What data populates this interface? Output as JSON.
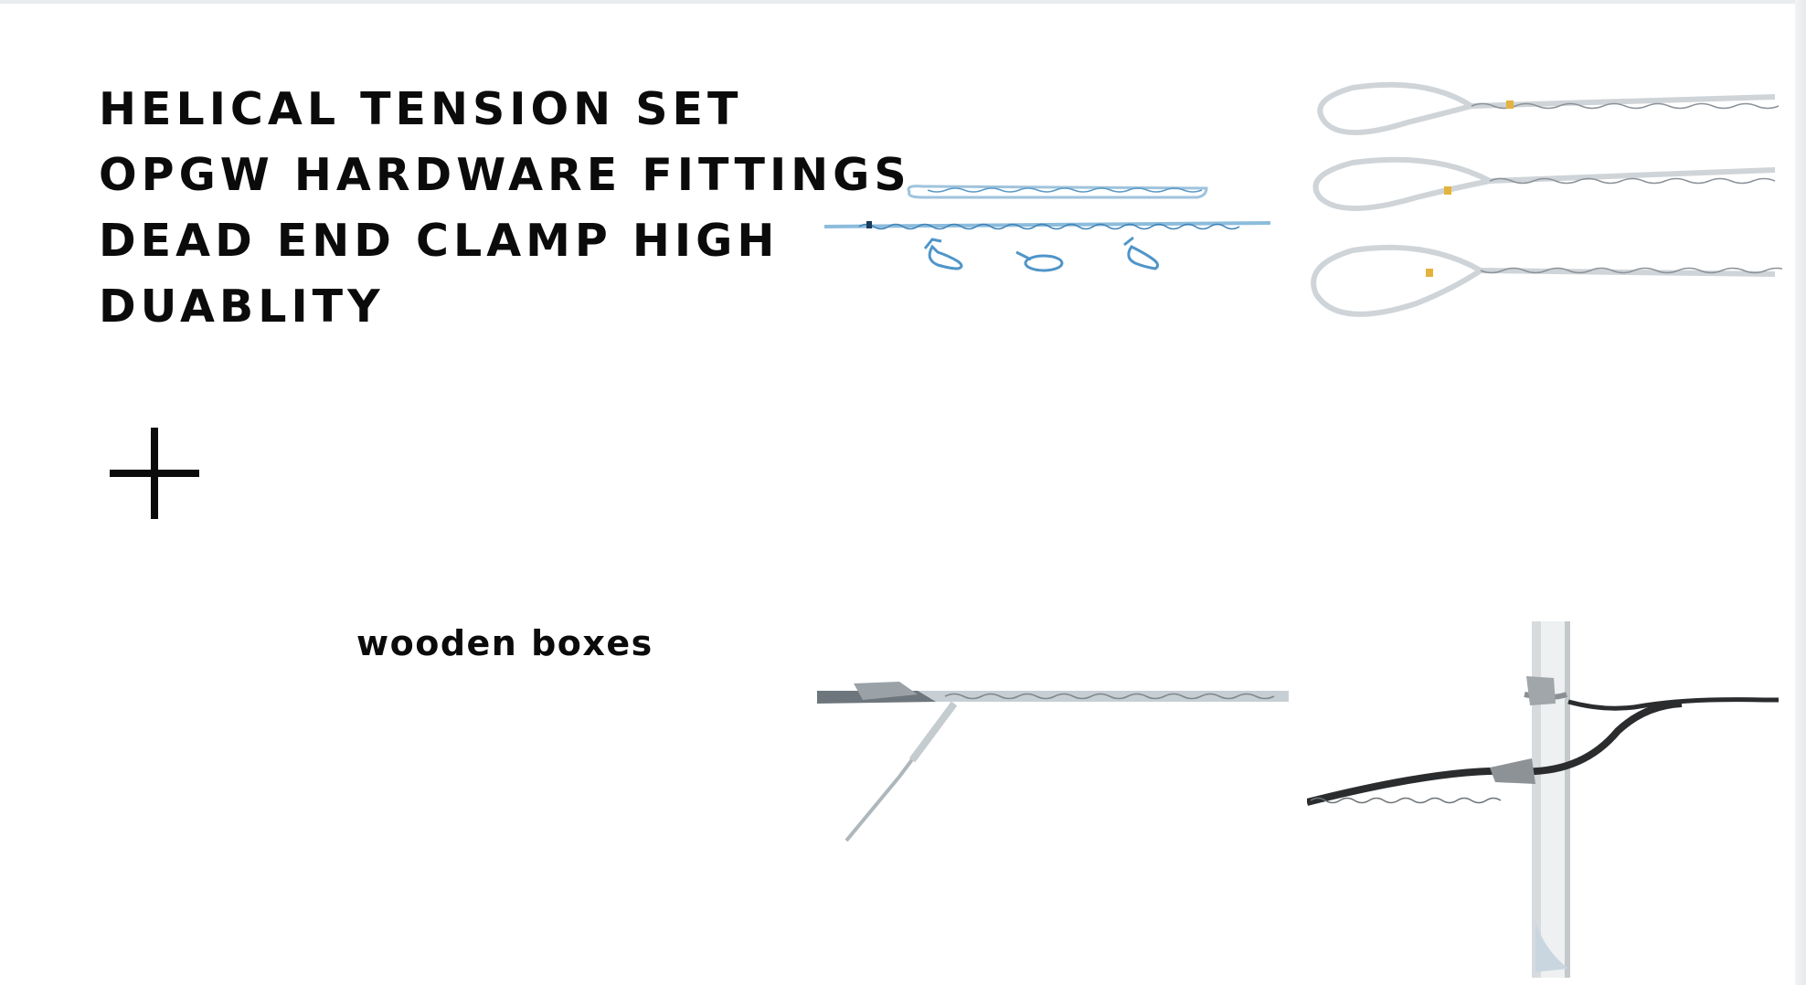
{
  "title_lines": [
    "HELICAL TENSION SET",
    "OPGW HARDWARE FITTINGS",
    "DEAD END CLAMP HIGH",
    "DUABLITY"
  ],
  "plus_symbol": "+",
  "caption": "wooden boxes",
  "icons": {
    "plus": "plus-icon"
  },
  "colors": {
    "text": "#0b0b0b",
    "background": "#ffffff",
    "strip": "#e9ebef"
  }
}
